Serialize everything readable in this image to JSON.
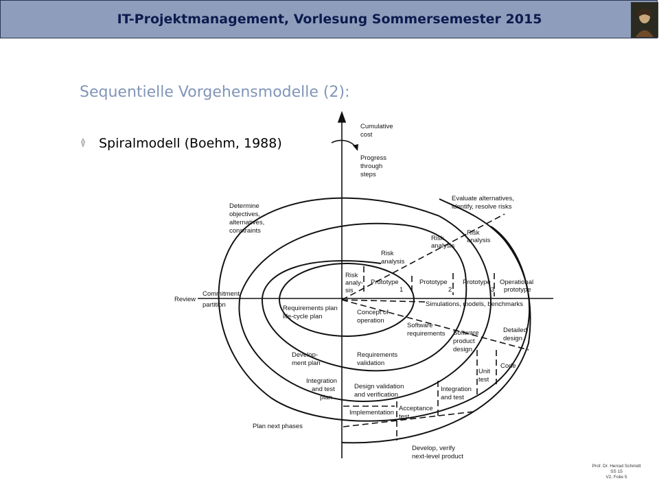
{
  "header": {
    "title": "IT-Projektmanagement, Vorlesung Sommersemester 2015"
  },
  "slide": {
    "title": "Sequentielle Vorgehensmodelle (2):",
    "bullet": "Spiralmodell (Boehm, 1988)"
  },
  "diagram": {
    "labels": {
      "cumulative_cost_1": "Cumulative",
      "cumulative_cost_2": "cost",
      "progress_1": "Progress",
      "progress_2": "through",
      "progress_3": "steps",
      "evaluate_1": "Evaluate alternatives,",
      "evaluate_2": "identify, resolve risks",
      "determine_1": "Determine",
      "determine_2": "objectives,",
      "determine_3": "alternatives,",
      "determine_4": "constraints",
      "risk_analysis_outer_1": "Risk",
      "risk_analysis_outer_2": "analysis",
      "risk_analysis_2_1": "Risk",
      "risk_analysis_2_2": "analysis",
      "risk_analysis_3_1": "Risk",
      "risk_analysis_3_2": "analysis",
      "risk_analysis_inner_1": "Risk",
      "risk_analysis_inner_2": "analy-",
      "risk_analysis_inner_3": "sis",
      "prototype1_1": "Prototype",
      "prototype1_2": "1",
      "prototype2_1": "Prototype",
      "prototype2_2": "2",
      "prototype3_1": "Prototype",
      "prototype3_2": "3",
      "operational_1": "Operational",
      "operational_2": "prototype",
      "review": "Review",
      "commitment_1": "Commitment",
      "commitment_2": "partition",
      "simulations": "Simulations, models, benchmarks",
      "req_plan_1": "Requirements plan",
      "req_plan_2": "life-cycle plan",
      "concept_1": "Concept of",
      "concept_2": "operation",
      "sw_req_1": "Software",
      "sw_req_2": "requirements",
      "sw_prod_1": "Software",
      "sw_prod_2": "product",
      "sw_prod_3": "design",
      "detailed_1": "Detailed",
      "detailed_2": "design",
      "dev_plan_1": "Develop-",
      "dev_plan_2": "ment plan",
      "req_valid_1": "Requirements",
      "req_valid_2": "validation",
      "code": "Code",
      "unit_test_1": "Unit",
      "unit_test_2": "test",
      "integ_plan_1": "Integration",
      "integ_plan_2": "and test",
      "integ_plan_3": "plan",
      "design_valid_1": "Design validation",
      "design_valid_2": "and verification",
      "integ_test_1": "Integration",
      "integ_test_2": "and test",
      "implementation": "Implementation",
      "acceptance_1": "Acceptance",
      "acceptance_2": "test",
      "plan_next": "Plan next phases",
      "develop_1": "Develop, verify",
      "develop_2": "next-level product"
    }
  },
  "footer": {
    "author": "Prof. Dr. Herrad Schmidt",
    "semester": "SS 15",
    "slide_ref": "V2, Folie 5"
  }
}
